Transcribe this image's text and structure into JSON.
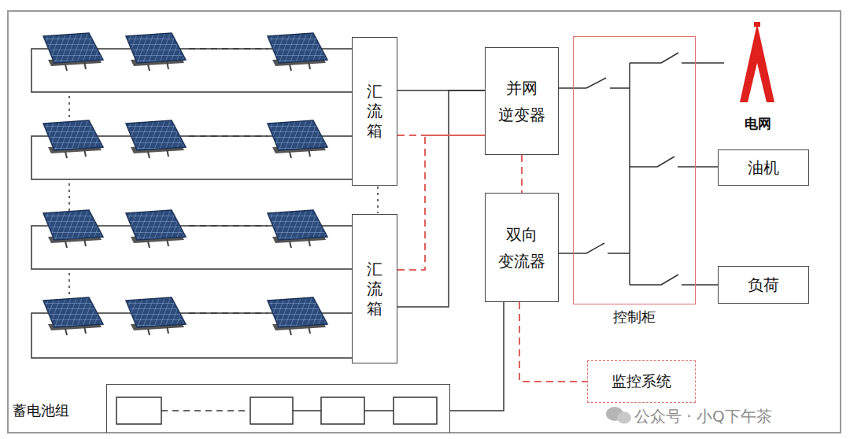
{
  "diagram": {
    "nodes": [
      {
        "text": [
          "汇流箱"
        ]
      },
      {
        "text": [
          "汇流箱"
        ]
      },
      {
        "text": [
          "并网 逆变器"
        ]
      },
      {
        "text": [
          "双向 变流器"
        ]
      },
      {
        "text": [
          "控制柜"
        ]
      },
      {
        "text": [
          "电网"
        ]
      },
      {
        "text": [
          "油机"
        ]
      },
      {
        "text": [
          "负荷"
        ]
      },
      {
        "text": [
          "蓄电池组"
        ]
      },
      {
        "text": [
          "监控系统"
        ]
      }
    ],
    "edges": [
      {
        "from": 0,
        "to": 2,
        "arrow": "none"
      },
      {
        "from": 1,
        "to": 2,
        "arrow": "none"
      },
      {
        "from": 0,
        "to": 2,
        "arrow": "none"
      },
      {
        "from": 1,
        "to": 2,
        "arrow": "none"
      },
      {
        "from": 2,
        "to": 3,
        "arrow": "none"
      },
      {
        "from": 3,
        "to": 8,
        "arrow": "none"
      },
      {
        "from": 3,
        "to": 9,
        "arrow": "none"
      },
      {
        "from": 2,
        "to": 4,
        "arrow": "none"
      },
      {
        "from": 3,
        "to": 4,
        "arrow": "none"
      },
      {
        "from": 4,
        "to": 5,
        "arrow": "none"
      },
      {
        "from": 4,
        "to": 6,
        "arrow": "none"
      },
      {
        "from": 4,
        "to": 7,
        "arrow": "none"
      }
    ],
    "labels": [
      "公众号 · 小Q下午茶"
    ]
  }
}
